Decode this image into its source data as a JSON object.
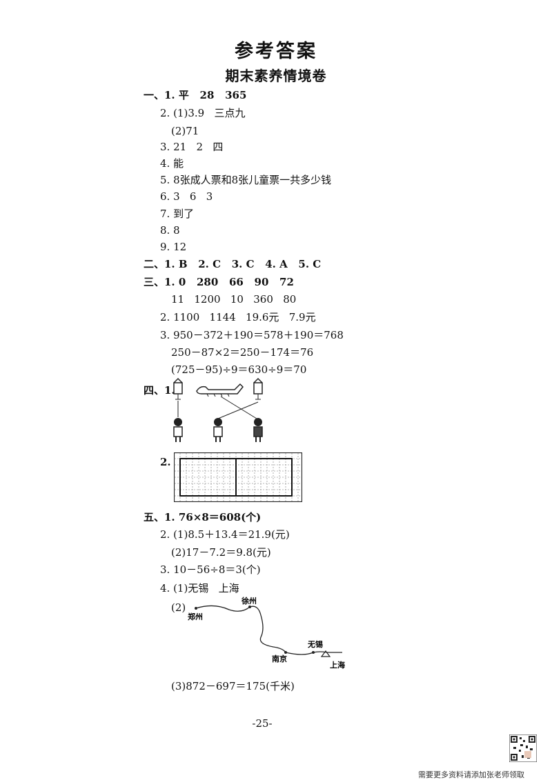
{
  "title": "参考答案",
  "subtitle": "期末素养情境卷",
  "lines": [
    {
      "id": "s1-1",
      "text": "一、1. 平   28   365"
    },
    {
      "id": "s1-2a",
      "text": "2. (1)3.9   三点九"
    },
    {
      "id": "s1-2b",
      "text": "(2)71"
    },
    {
      "id": "s1-3",
      "text": "3. 21   2   四"
    },
    {
      "id": "s1-4",
      "text": "4. 能"
    },
    {
      "id": "s1-5",
      "text": "5. 8张成人票和8张儿童票一共多少钱"
    },
    {
      "id": "s1-6",
      "text": "6. 3   6   3"
    },
    {
      "id": "s1-7",
      "text": "7. 到了"
    },
    {
      "id": "s1-8",
      "text": "8. 8"
    },
    {
      "id": "s1-9",
      "text": "9. 12"
    },
    {
      "id": "s2",
      "text": "二、1. B   2. C   3. C   4. A   5. C"
    },
    {
      "id": "s3-1a",
      "text": "三、1. 0   280   66   90   72"
    },
    {
      "id": "s3-1b",
      "text": "11   1200   10   360   80"
    },
    {
      "id": "s3-2",
      "text": "2. 1100   1144   19.6元   7.9元"
    },
    {
      "id": "s3-3a",
      "text": "3. 950－372＋190＝578＋190＝768"
    },
    {
      "id": "s3-3b",
      "text": "250－87×2＝250－174＝76"
    },
    {
      "id": "s3-3c",
      "text": "(725－95)÷9＝630÷9＝70"
    },
    {
      "id": "s4-1",
      "text": "四、1."
    },
    {
      "id": "s4-2",
      "text": "2."
    },
    {
      "id": "s5-1",
      "text": "五、1. 76×8＝608(个)"
    },
    {
      "id": "s5-2a",
      "text": "2. (1)8.5＋13.4＝21.9(元)"
    },
    {
      "id": "s5-2b",
      "text": "(2)17－7.2＝9.8(元)"
    },
    {
      "id": "s5-3",
      "text": "3. 10－56÷8＝3(个)"
    },
    {
      "id": "s5-4a",
      "text": "4. (1)无锡   上海"
    },
    {
      "id": "s5-4b",
      "text": "(2)"
    },
    {
      "id": "s5-4c",
      "text": "(3)872－697＝175(千米)"
    }
  ],
  "route_map": {
    "cities": [
      "郑州",
      "徐州",
      "南京",
      "无锡",
      "上海"
    ]
  },
  "page_number": "-25-",
  "footer_text": "需要更多资料请添加张老师领取"
}
